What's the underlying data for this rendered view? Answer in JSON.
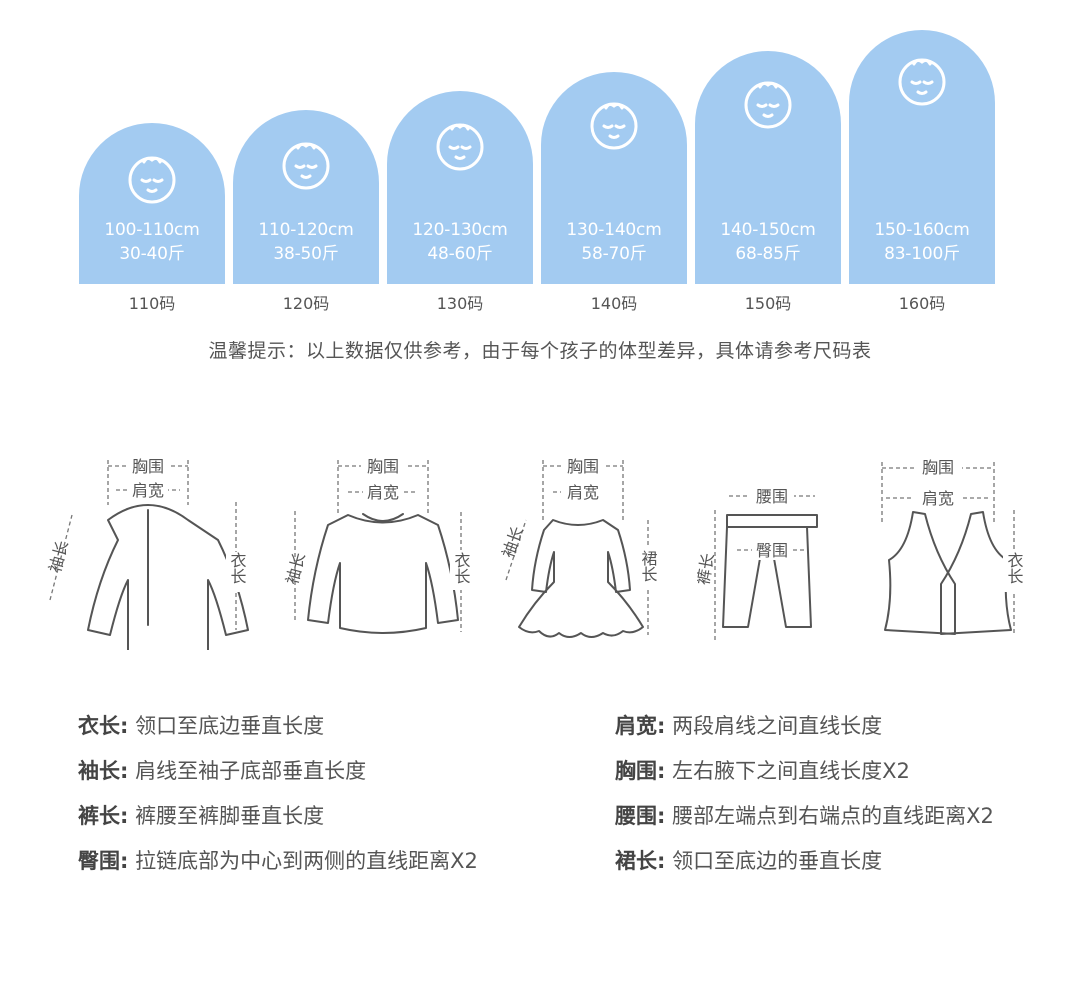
{
  "sizes": [
    {
      "height": "100-110cm",
      "weight": "30-40斤",
      "label": "110码"
    },
    {
      "height": "110-120cm",
      "weight": "38-50斤",
      "label": "120码"
    },
    {
      "height": "120-130cm",
      "weight": "48-60斤",
      "label": "130码"
    },
    {
      "height": "130-140cm",
      "weight": "58-70斤",
      "label": "140码"
    },
    {
      "height": "140-150cm",
      "weight": "68-85斤",
      "label": "150码"
    },
    {
      "height": "150-160cm",
      "weight": "83-100斤",
      "label": "160码"
    }
  ],
  "tip": "温馨提示：以上数据仅供参考，由于每个孩子的体型差异，具体请参考尺码表",
  "garments": {
    "jacket": {
      "chest": "胸围",
      "shoulder": "肩宽",
      "sleeve": "袖长",
      "length": "衣长"
    },
    "sweater": {
      "chest": "胸围",
      "shoulder": "肩宽",
      "sleeve": "袖长",
      "length": "衣长"
    },
    "dress": {
      "chest": "胸围",
      "shoulder": "肩宽",
      "sleeve": "袖长",
      "length": "裙长"
    },
    "pants": {
      "waist": "腰围",
      "hip": "臀围",
      "length": "裤长"
    },
    "vest": {
      "chest": "胸围",
      "shoulder": "肩宽",
      "length": "衣长"
    }
  },
  "definitions": {
    "left": [
      {
        "term": "衣长:",
        "desc": "领口至底边垂直长度"
      },
      {
        "term": "袖长:",
        "desc": "肩线至袖子底部垂直长度"
      },
      {
        "term": "裤长:",
        "desc": "裤腰至裤脚垂直长度"
      },
      {
        "term": "臀围:",
        "desc": "拉链底部为中心到两侧的直线距离X2"
      }
    ],
    "right": [
      {
        "term": "肩宽:",
        "desc": "两段肩线之间直线长度"
      },
      {
        "term": "胸围:",
        "desc": "左右腋下之间直线长度X2"
      },
      {
        "term": "腰围:",
        "desc": "腰部左端点到右端点的直线距离X2"
      },
      {
        "term": "裙长:",
        "desc": "领口至底边的垂直长度"
      }
    ]
  },
  "colors": {
    "arch": "#a3cbf1",
    "line": "#555555",
    "text": "#444444"
  }
}
